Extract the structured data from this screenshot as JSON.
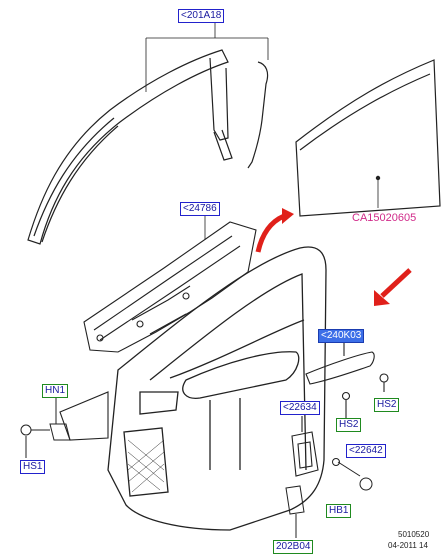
{
  "labels": {
    "weatherstrip": "<201A18",
    "inner_panel": "<24786",
    "glass": "CA15020605",
    "armrest_trim": "<240K03",
    "hn1": "HN1",
    "hs1": "HS1",
    "hs2_right": "HS2",
    "hs2_mid": "HS2",
    "handle": "<22634",
    "bezel": "<22642",
    "hb1": "HB1",
    "clip": "202B04"
  },
  "footer": {
    "code": "5010520",
    "date": "04-2011 14"
  },
  "colors": {
    "label_border_blue": "#2222cc",
    "label_border_green": "#1f8a1f",
    "label_text": "#1a1aa0",
    "selected_fill": "#3c6fe8",
    "catalog_text": "#d12b8a",
    "arrow_red": "#e0201a",
    "glass_outline": "#d12b8a"
  }
}
